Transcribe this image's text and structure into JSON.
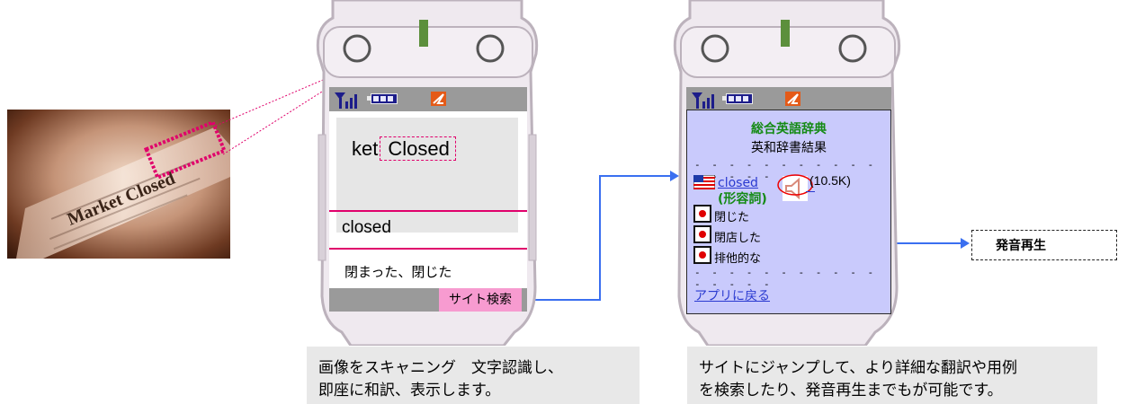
{
  "photo": {
    "word_fragment": "Market Closed"
  },
  "phone1": {
    "scan_prefix": "ket",
    "scan_highlight": "Closed",
    "recognized_word": "closed",
    "translation": "閉まった、閉じた",
    "site_search_label": "サイト検索"
  },
  "phone2": {
    "title": "総合英語辞典",
    "subtitle": "英和辞書結果",
    "separator": "- - - - - - - - - - - - - - - -",
    "entry_word": "closed",
    "part_of_speech": "(形容詞)",
    "audio_size": "(10.5K)",
    "meanings": [
      "閉じた",
      "閉店した",
      "排他的な"
    ],
    "back_link": "アプリに戻る"
  },
  "callout": {
    "label": "発音再生"
  },
  "captions": {
    "left": [
      "画像をスキャニング　文字認識し、",
      "即座に和訳、表示します。"
    ],
    "right": [
      "サイトにジャンプして、より詳細な翻訳や用例",
      "を検索したり、発音再生までもが可能です。"
    ]
  },
  "colors": {
    "highlight": "#e0006b",
    "connector": "#3a6ff0",
    "screen_bg2": "#c9cafc",
    "site_button": "#f79bd0",
    "status_bar": "#9a9a9a"
  }
}
